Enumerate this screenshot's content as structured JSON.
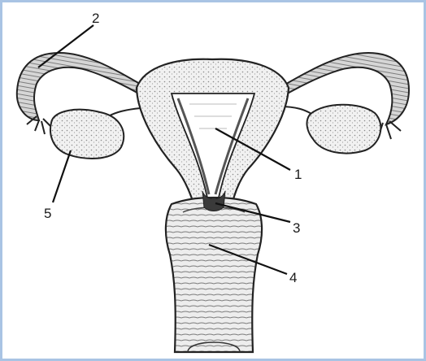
{
  "labels": [
    {
      "key": "1",
      "text": "1"
    },
    {
      "key": "2",
      "text": "2"
    },
    {
      "key": "3",
      "text": "3"
    },
    {
      "key": "4",
      "text": "4"
    },
    {
      "key": "5",
      "text": "5"
    }
  ],
  "colors": {
    "border": "#a9c4e4",
    "ink": "#1a1a1a",
    "tissue": "#d9d9d9",
    "tissue_dark": "#9a9a9a"
  }
}
